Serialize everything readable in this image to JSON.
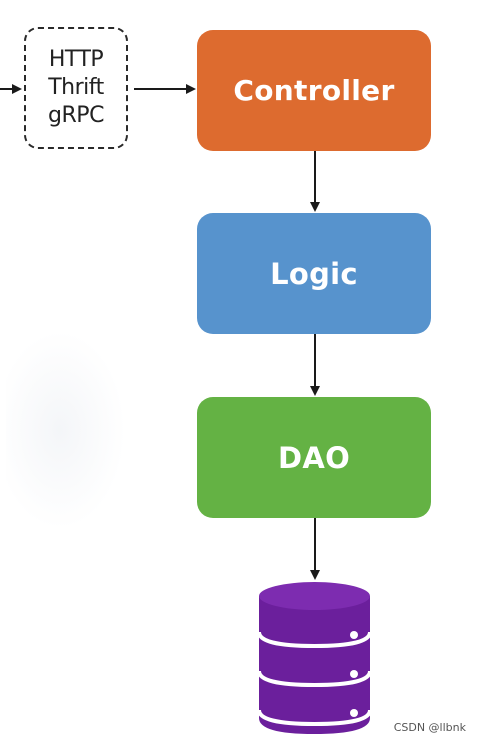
{
  "protocols": {
    "lines": [
      "HTTP",
      "Thrift",
      "gRPC"
    ]
  },
  "layers": {
    "controller": {
      "label": "Controller",
      "color": "#dd6b2f"
    },
    "logic": {
      "label": "Logic",
      "color": "#5793cd"
    },
    "dao": {
      "label": "DAO",
      "color": "#64b244"
    }
  },
  "database": {
    "icon": "database-icon",
    "color": "#6b1f9c"
  },
  "watermark": "CSDN @llbnk"
}
